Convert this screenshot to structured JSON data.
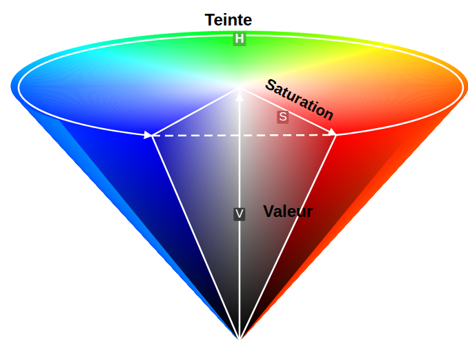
{
  "diagram": {
    "labels": [
      "Teinte",
      "H",
      "Saturation",
      "S",
      "Valeur",
      "V"
    ]
  }
}
